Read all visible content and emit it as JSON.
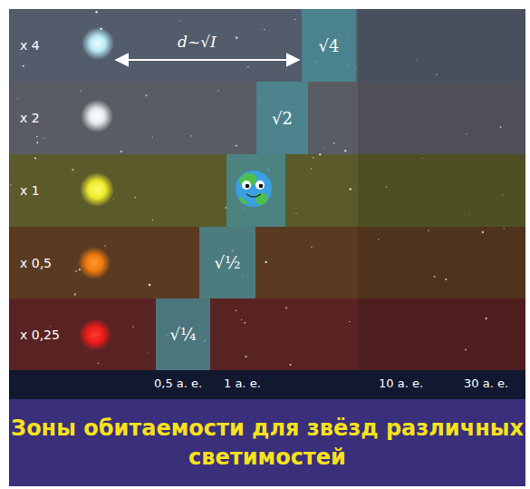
{
  "diagram": {
    "title": "Зоны обитаемости для звёзд различных светимостей",
    "nodes": [
      {
        "text": [
          "x 4"
        ]
      },
      {
        "text": [
          "√4"
        ],
        "in": 0
      },
      {
        "text": [
          "x 2"
        ]
      },
      {
        "text": [
          "√2"
        ],
        "in": 2
      },
      {
        "text": [
          "x 1"
        ]
      },
      {
        "text": [
          "x 0,5"
        ]
      },
      {
        "text": [
          "√½"
        ],
        "in": 5
      },
      {
        "text": [
          "x 0,25"
        ]
      },
      {
        "text": [
          "√¼"
        ],
        "in": 7
      }
    ],
    "labels": [
      "d~√I",
      "0,5 а. е.",
      "1 а. е.",
      "10 а. е.",
      "30 а. е."
    ]
  }
}
